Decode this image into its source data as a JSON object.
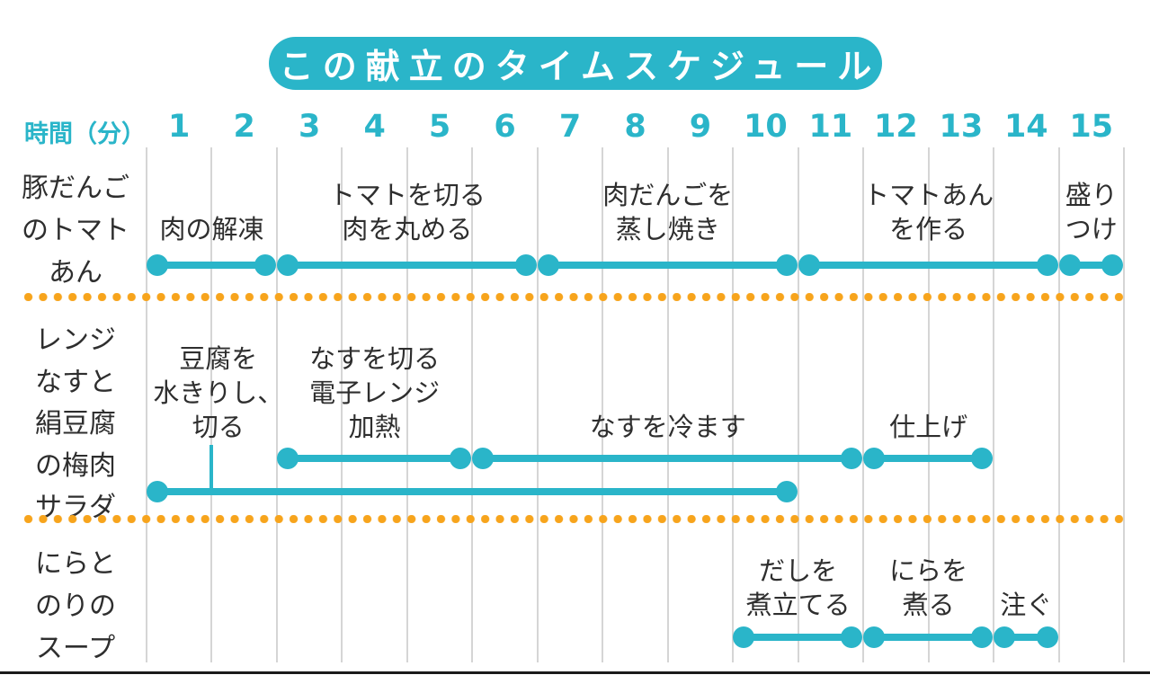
{
  "title": "この献立のタイムスケジュール",
  "axis": {
    "label": "時間（分）"
  },
  "colors": {
    "teal": "#2ab5c9",
    "orange": "#f7a41c",
    "grid": "#d5d5d5",
    "text": "#2e2e2e",
    "title_text": "#ffffff",
    "background": "#ffffff"
  },
  "chart_data": {
    "type": "gantt",
    "title": "この献立のタイムスケジュール",
    "x_axis": {
      "label": "時間（分）",
      "unit": "minutes",
      "range": [
        0,
        15
      ],
      "ticks": [
        1,
        2,
        3,
        4,
        5,
        6,
        7,
        8,
        9,
        10,
        11,
        12,
        13,
        14,
        15
      ],
      "position": "top"
    },
    "grid": true,
    "rows": [
      {
        "dish": "豚だんごのトマトあん",
        "dish_lines": [
          "豚だんご",
          "のトマト",
          "あん"
        ],
        "tasks": [
          {
            "label": "肉の解凍",
            "label_lines": [
              "肉の解凍"
            ],
            "start": 0,
            "end": 2
          },
          {
            "label": "トマトを切る 肉を丸める",
            "label_lines": [
              "トマトを切る",
              "肉を丸める"
            ],
            "start": 2,
            "end": 6
          },
          {
            "label": "肉だんごを蒸し焼き",
            "label_lines": [
              "肉だんごを",
              "蒸し焼き"
            ],
            "start": 6,
            "end": 10
          },
          {
            "label": "トマトあんを作る",
            "label_lines": [
              "トマトあん",
              "を作る"
            ],
            "start": 10,
            "end": 14
          },
          {
            "label": "盛りつけ",
            "label_lines": [
              "盛り",
              "つけ"
            ],
            "start": 14,
            "end": 15
          }
        ]
      },
      {
        "dish": "レンジなすと絹豆腐の梅肉サラダ",
        "dish_lines": [
          "レンジ",
          "なすと",
          "絹豆腐",
          "の梅肉",
          "サラダ"
        ],
        "tasks": [
          {
            "label": "豆腐を水きりし、切る",
            "label_lines": [
              "豆腐を",
              "水きりし、",
              "切る"
            ],
            "start": 0,
            "end": 10,
            "offset_track": true,
            "leader_line": true,
            "label_center": 1.1,
            "leader_x": 1.0
          },
          {
            "label": "なすを切る 電子レンジ加熱",
            "label_lines": [
              "なすを切る",
              "電子レンジ",
              "加熱"
            ],
            "start": 2,
            "end": 5
          },
          {
            "label": "なすを冷ます",
            "label_lines": [
              "なすを冷ます"
            ],
            "start": 5,
            "end": 11
          },
          {
            "label": "仕上げ",
            "label_lines": [
              "仕上げ"
            ],
            "start": 11,
            "end": 13
          }
        ]
      },
      {
        "dish": "にらとのりのスープ",
        "dish_lines": [
          "にらと",
          "のりの",
          "スープ"
        ],
        "tasks": [
          {
            "label": "だしを煮立てる",
            "label_lines": [
              "だしを",
              "煮立てる"
            ],
            "start": 9,
            "end": 11
          },
          {
            "label": "にらを煮る",
            "label_lines": [
              "にらを",
              "煮る"
            ],
            "start": 11,
            "end": 13
          },
          {
            "label": "注ぐ",
            "label_lines": [
              "注ぐ"
            ],
            "start": 13,
            "end": 14
          }
        ]
      }
    ]
  }
}
